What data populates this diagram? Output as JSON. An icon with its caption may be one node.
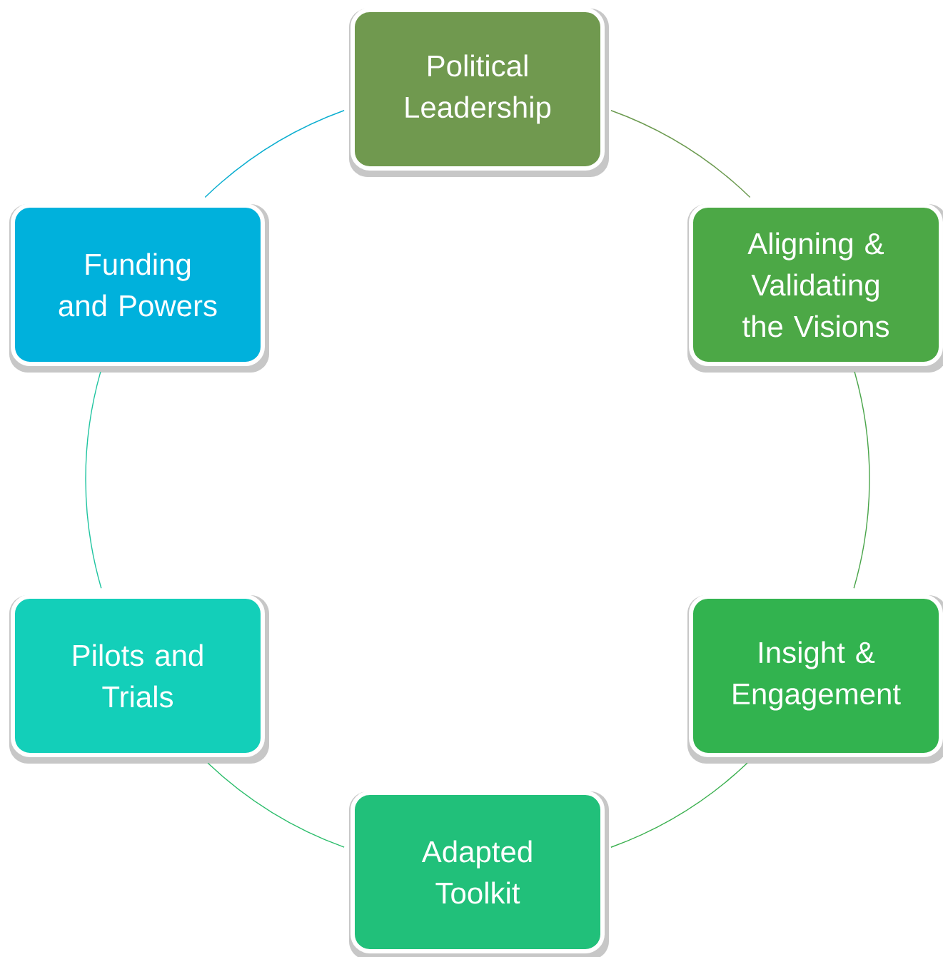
{
  "diagram": {
    "nodes": [
      {
        "text": [
          "Political Leadership"
        ]
      },
      {
        "text": [
          "Aligning & Validating the Visions"
        ]
      },
      {
        "text": [
          "Insight & Engagement"
        ]
      },
      {
        "text": [
          "Adapted Toolkit"
        ]
      },
      {
        "text": [
          "Pilots and Trials"
        ]
      },
      {
        "text": [
          "Funding and Powers"
        ]
      }
    ],
    "edges": [
      {
        "from": 0,
        "to": 1,
        "arrow": "none",
        "color": "#6b9a4f"
      },
      {
        "from": 1,
        "to": 2,
        "arrow": "none",
        "color": "#4aa54a"
      },
      {
        "from": 2,
        "to": 3,
        "arrow": "none",
        "color": "#3bb04f"
      },
      {
        "from": 3,
        "to": 4,
        "arrow": "none",
        "color": "#2bbd6b"
      },
      {
        "from": 4,
        "to": 5,
        "arrow": "none",
        "color": "#1fc4a0"
      },
      {
        "from": 5,
        "to": 0,
        "arrow": "none",
        "color": "#0aaed0"
      }
    ]
  }
}
